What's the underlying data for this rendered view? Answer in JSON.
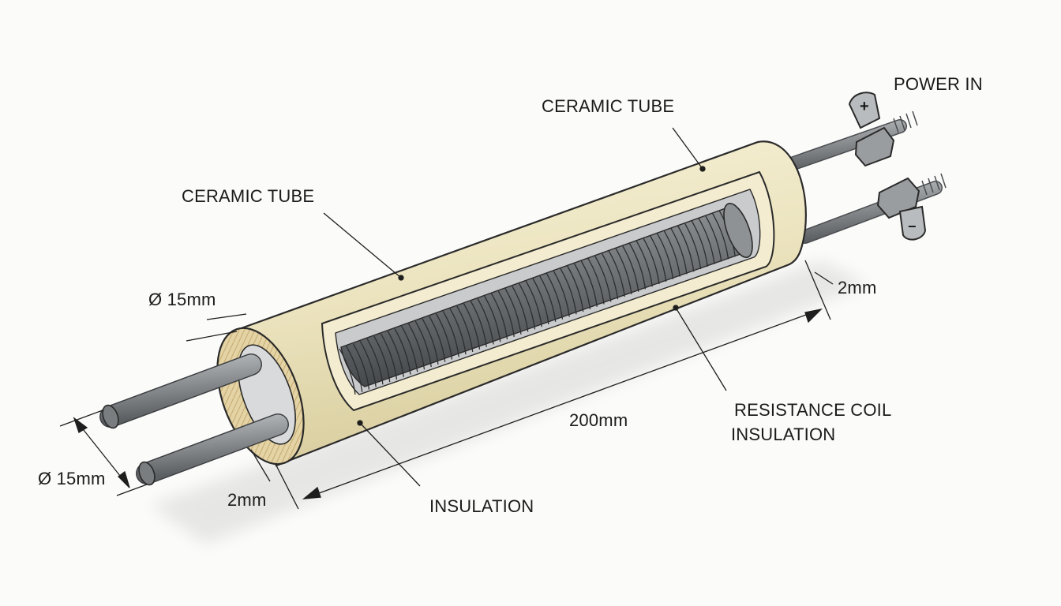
{
  "labels": {
    "ceramic_tube_top": "CERAMIC TUBE",
    "ceramic_tube_left": "CERAMIC TUBE",
    "power_in": "POWER IN",
    "terminal_plus": "+",
    "terminal_minus": "−",
    "dim_diameter_upper": "Ø 15mm",
    "dim_diameter_lower": "Ø 15mm",
    "dim_wall_right": "2mm",
    "dim_wall_left": "2mm",
    "dim_length": "200mm",
    "resistance_coil": "RESISTANCE COIL",
    "insulation_right": "INSULATION",
    "insulation_bottom": "INSULATION"
  },
  "colors": {
    "ceramic": "#efe8c8",
    "ceramic_edge": "#d8cd9e",
    "rod": "#8a8d90",
    "coil": "#6d7073",
    "line": "#1e1e1e"
  }
}
